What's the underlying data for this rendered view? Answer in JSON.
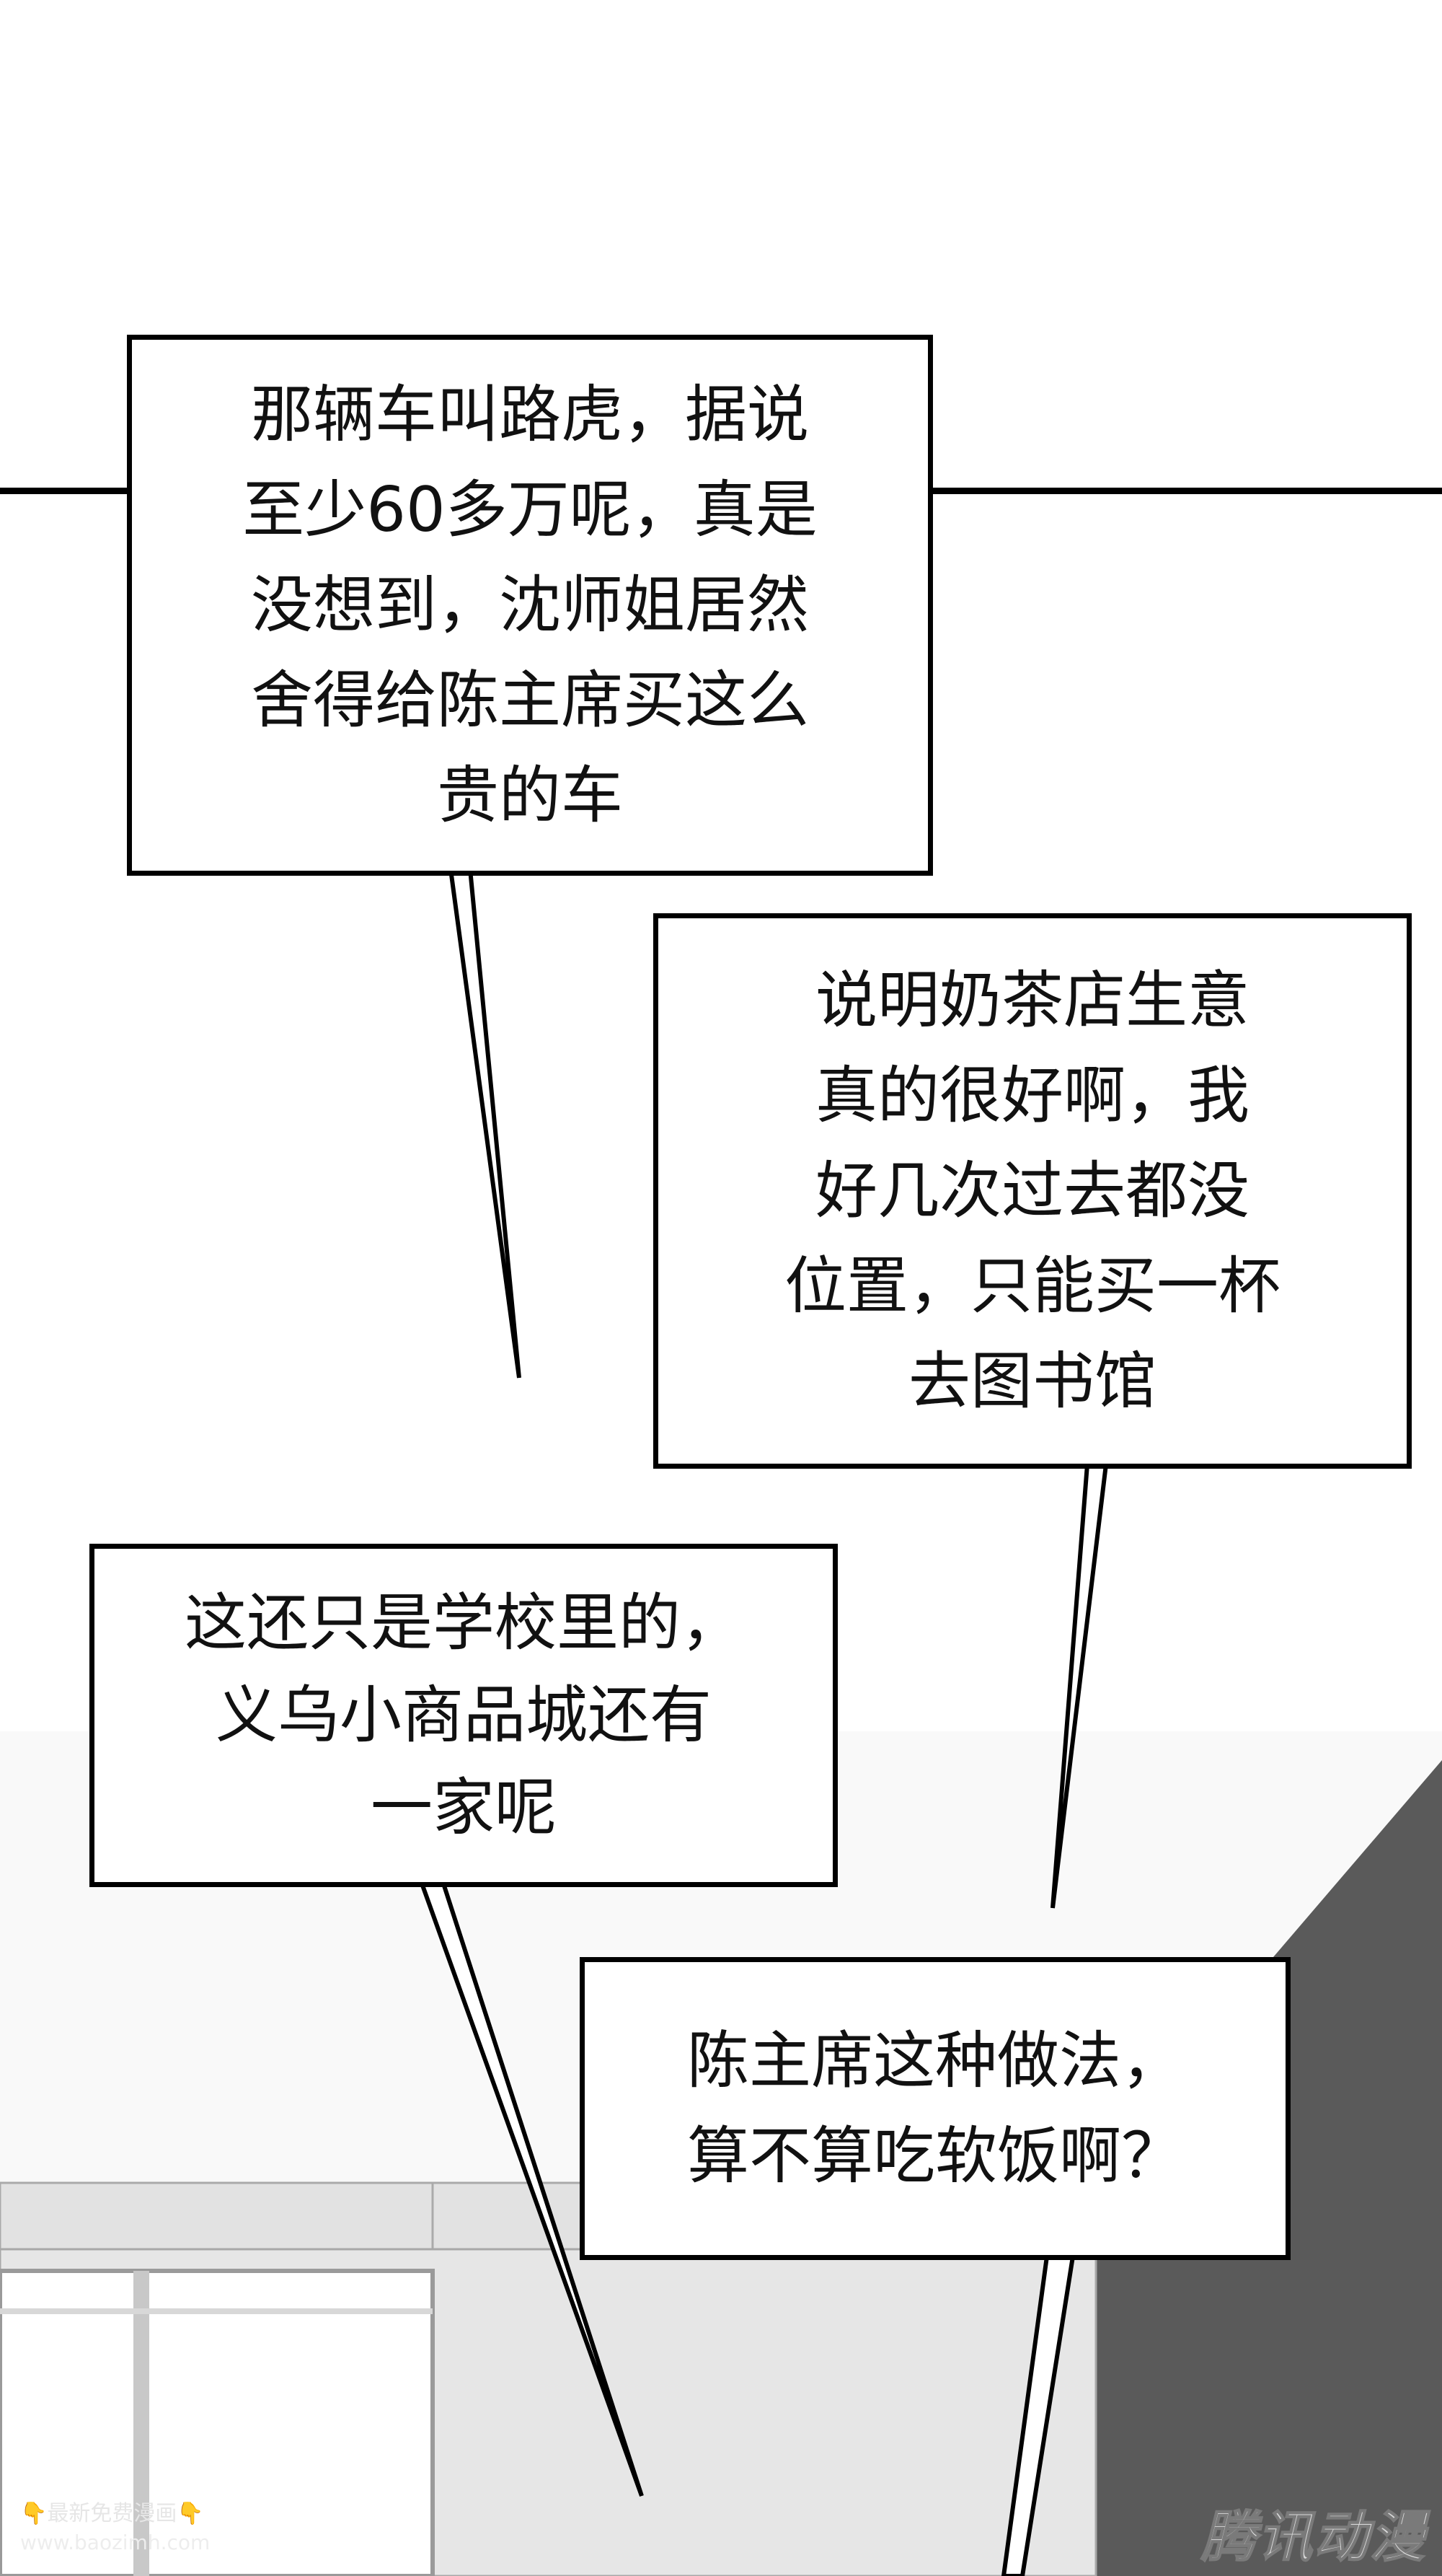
{
  "bubbles": [
    {
      "id": "car",
      "text": "那辆车叫路虎，据说\n至少60多万呢，真是\n没想到，沈师姐居然\n舍得给陈主席买这么\n贵的车"
    },
    {
      "id": "milk-tea",
      "text": "说明奶茶店生意\n真的很好啊，我\n好几次过去都没\n位置，只能买一杯\n去图书馆"
    },
    {
      "id": "school",
      "text": "这还只是学校里的，\n义乌小商品城还有\n一家呢"
    },
    {
      "id": "chairman",
      "text": "陈主席这种做法，\n算不算吃软饭啊？"
    }
  ],
  "watermarks": {
    "left_emoji": "👇",
    "left_text": "最新免费漫画",
    "left_url": "www.baozimh.com",
    "right_logo": "腾讯动漫"
  },
  "colors": {
    "border": "#000000",
    "wall": "#e4e4e4",
    "dark_wall": "#555555"
  }
}
